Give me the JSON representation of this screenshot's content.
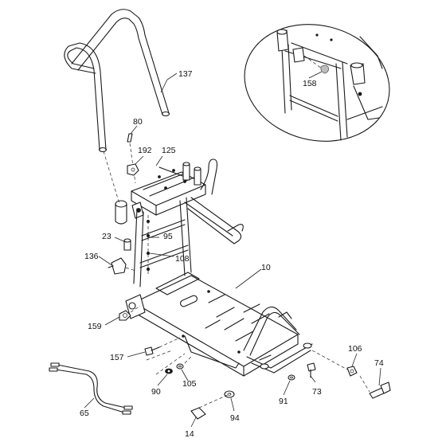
{
  "callouts": {
    "c137": "137",
    "c80": "80",
    "c192": "192",
    "c125": "125",
    "c23": "23",
    "c95": "95",
    "c136": "136",
    "c108": "108",
    "c10": "10",
    "c159": "159",
    "c157": "157",
    "c90": "90",
    "c105": "105",
    "c91": "91",
    "c73": "73",
    "c106": "106",
    "c74": "74",
    "c65": "65",
    "c94": "94",
    "c14": "14",
    "c158": "158"
  }
}
